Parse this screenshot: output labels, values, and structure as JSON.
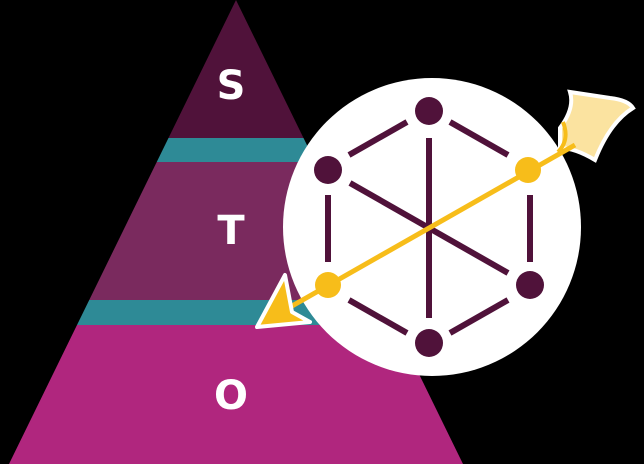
{
  "pyramid": {
    "levels": [
      {
        "label": "S",
        "color": "#50123a"
      },
      {
        "label": "T",
        "color": "#7a2a5e"
      },
      {
        "label": "O",
        "color": "#b0267e"
      }
    ],
    "divider_color": "#2e8a96"
  },
  "network": {
    "node_color": "#50123a",
    "edge_color": "#50123a"
  },
  "arrow": {
    "color": "#f7bd1a",
    "fletching_color": "#fbe3a0"
  }
}
